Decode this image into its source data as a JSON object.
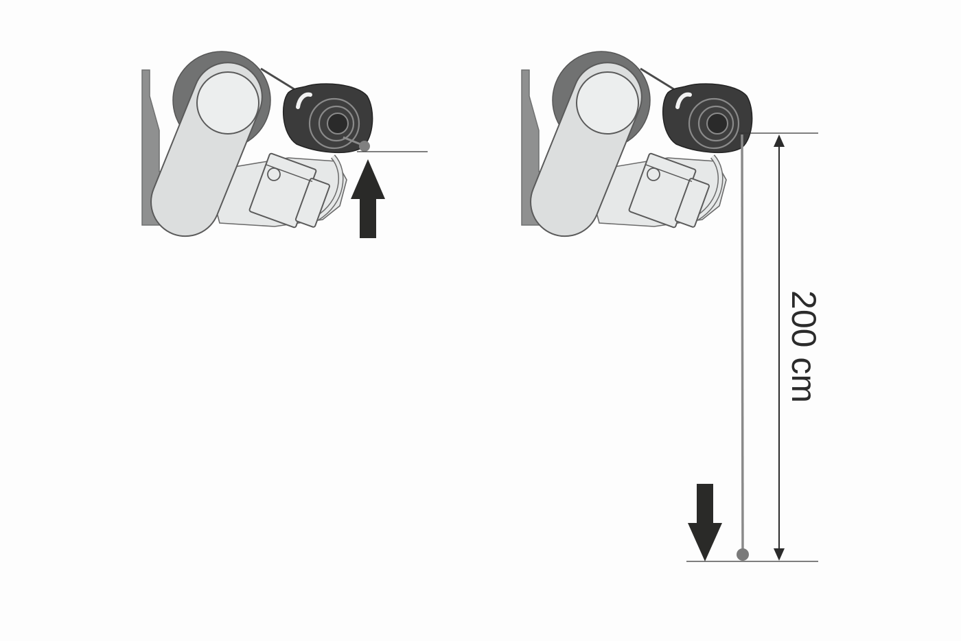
{
  "dimension": {
    "label": "200 cm"
  },
  "panels": [
    {
      "name": "retracted",
      "arrow_direction": "up"
    },
    {
      "name": "extended",
      "arrow_direction": "down"
    }
  ],
  "colors": {
    "background": "#fdfdfd",
    "bracket": "#909090",
    "drum": "#707070",
    "pulley_body": "#dcdede",
    "roll": "#3a3a3a",
    "line": "#333333",
    "arrow": "#2a2a28",
    "cord": "#8a8a8a"
  }
}
